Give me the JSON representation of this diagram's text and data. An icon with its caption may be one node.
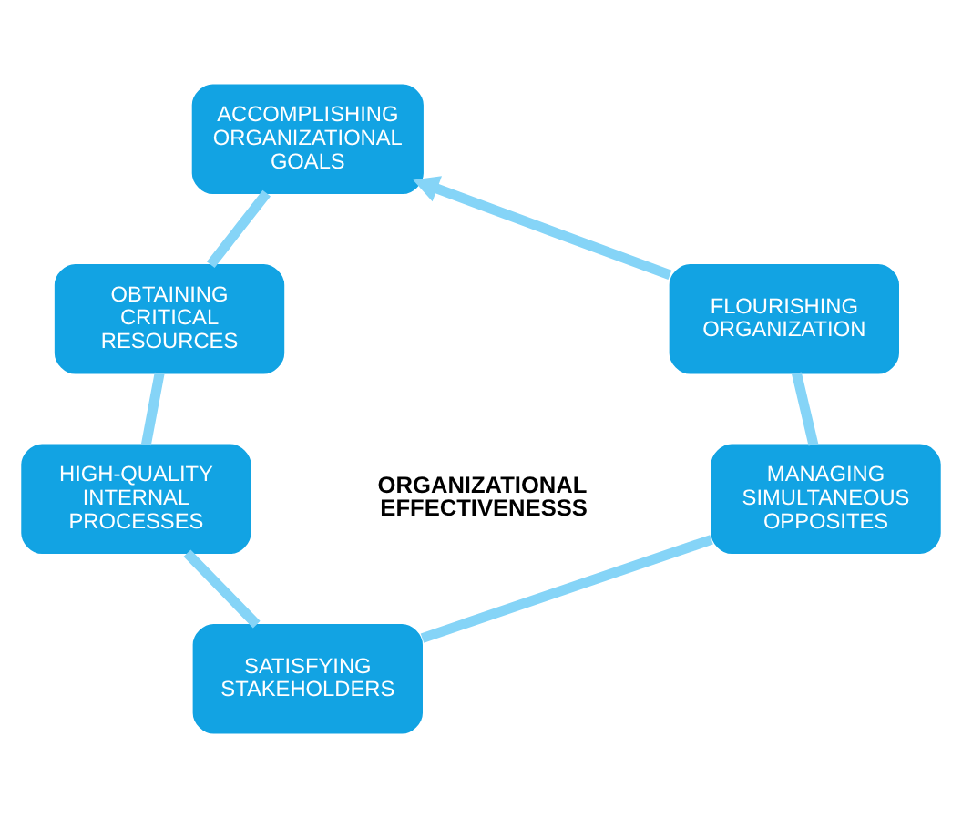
{
  "diagram": {
    "nodes": [
      {
        "text": [
          "ACCOMPLISHING ORGANIZATIONAL GOALS"
        ]
      },
      {
        "text": [
          "OBTAINING CRITICAL RESOURCES"
        ]
      },
      {
        "text": [
          "HIGH-QUALITY INTERNAL PROCESSES"
        ]
      },
      {
        "text": [
          "SATISFYING STAKEHOLDERS"
        ]
      },
      {
        "text": [
          "MANAGING SIMULTANEOUS OPPOSITES"
        ]
      },
      {
        "text": [
          "FLOURISHING ORGANIZATION"
        ]
      }
    ],
    "edges": [
      {
        "from": 0,
        "to": 1,
        "arrow": "none"
      },
      {
        "from": 1,
        "to": 2,
        "arrow": "none"
      },
      {
        "from": 2,
        "to": 3,
        "arrow": "none"
      },
      {
        "from": 3,
        "to": 4,
        "arrow": "none"
      },
      {
        "from": 4,
        "to": 5,
        "arrow": "none"
      },
      {
        "from": 5,
        "to": 0,
        "arrow": "to"
      }
    ],
    "labels": [
      "ORGANIZATIONAL EFFECTIVENESSS"
    ]
  }
}
